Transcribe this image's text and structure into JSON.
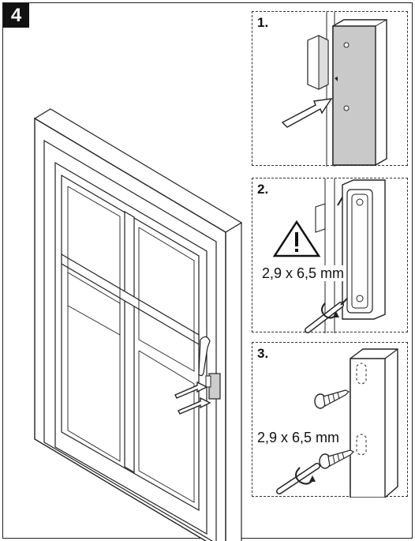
{
  "step_number": "4",
  "panels": [
    {
      "label": "1."
    },
    {
      "label": "2.",
      "dimension": "2,9 x 6,5 mm"
    },
    {
      "label": "3.",
      "dimension": "2,9 x 6,5 mm"
    }
  ],
  "icons": [
    "warning-triangle-icon",
    "arrow-icon",
    "screwdriver-icon",
    "screw-icon",
    "rotate-arrow-icon"
  ]
}
